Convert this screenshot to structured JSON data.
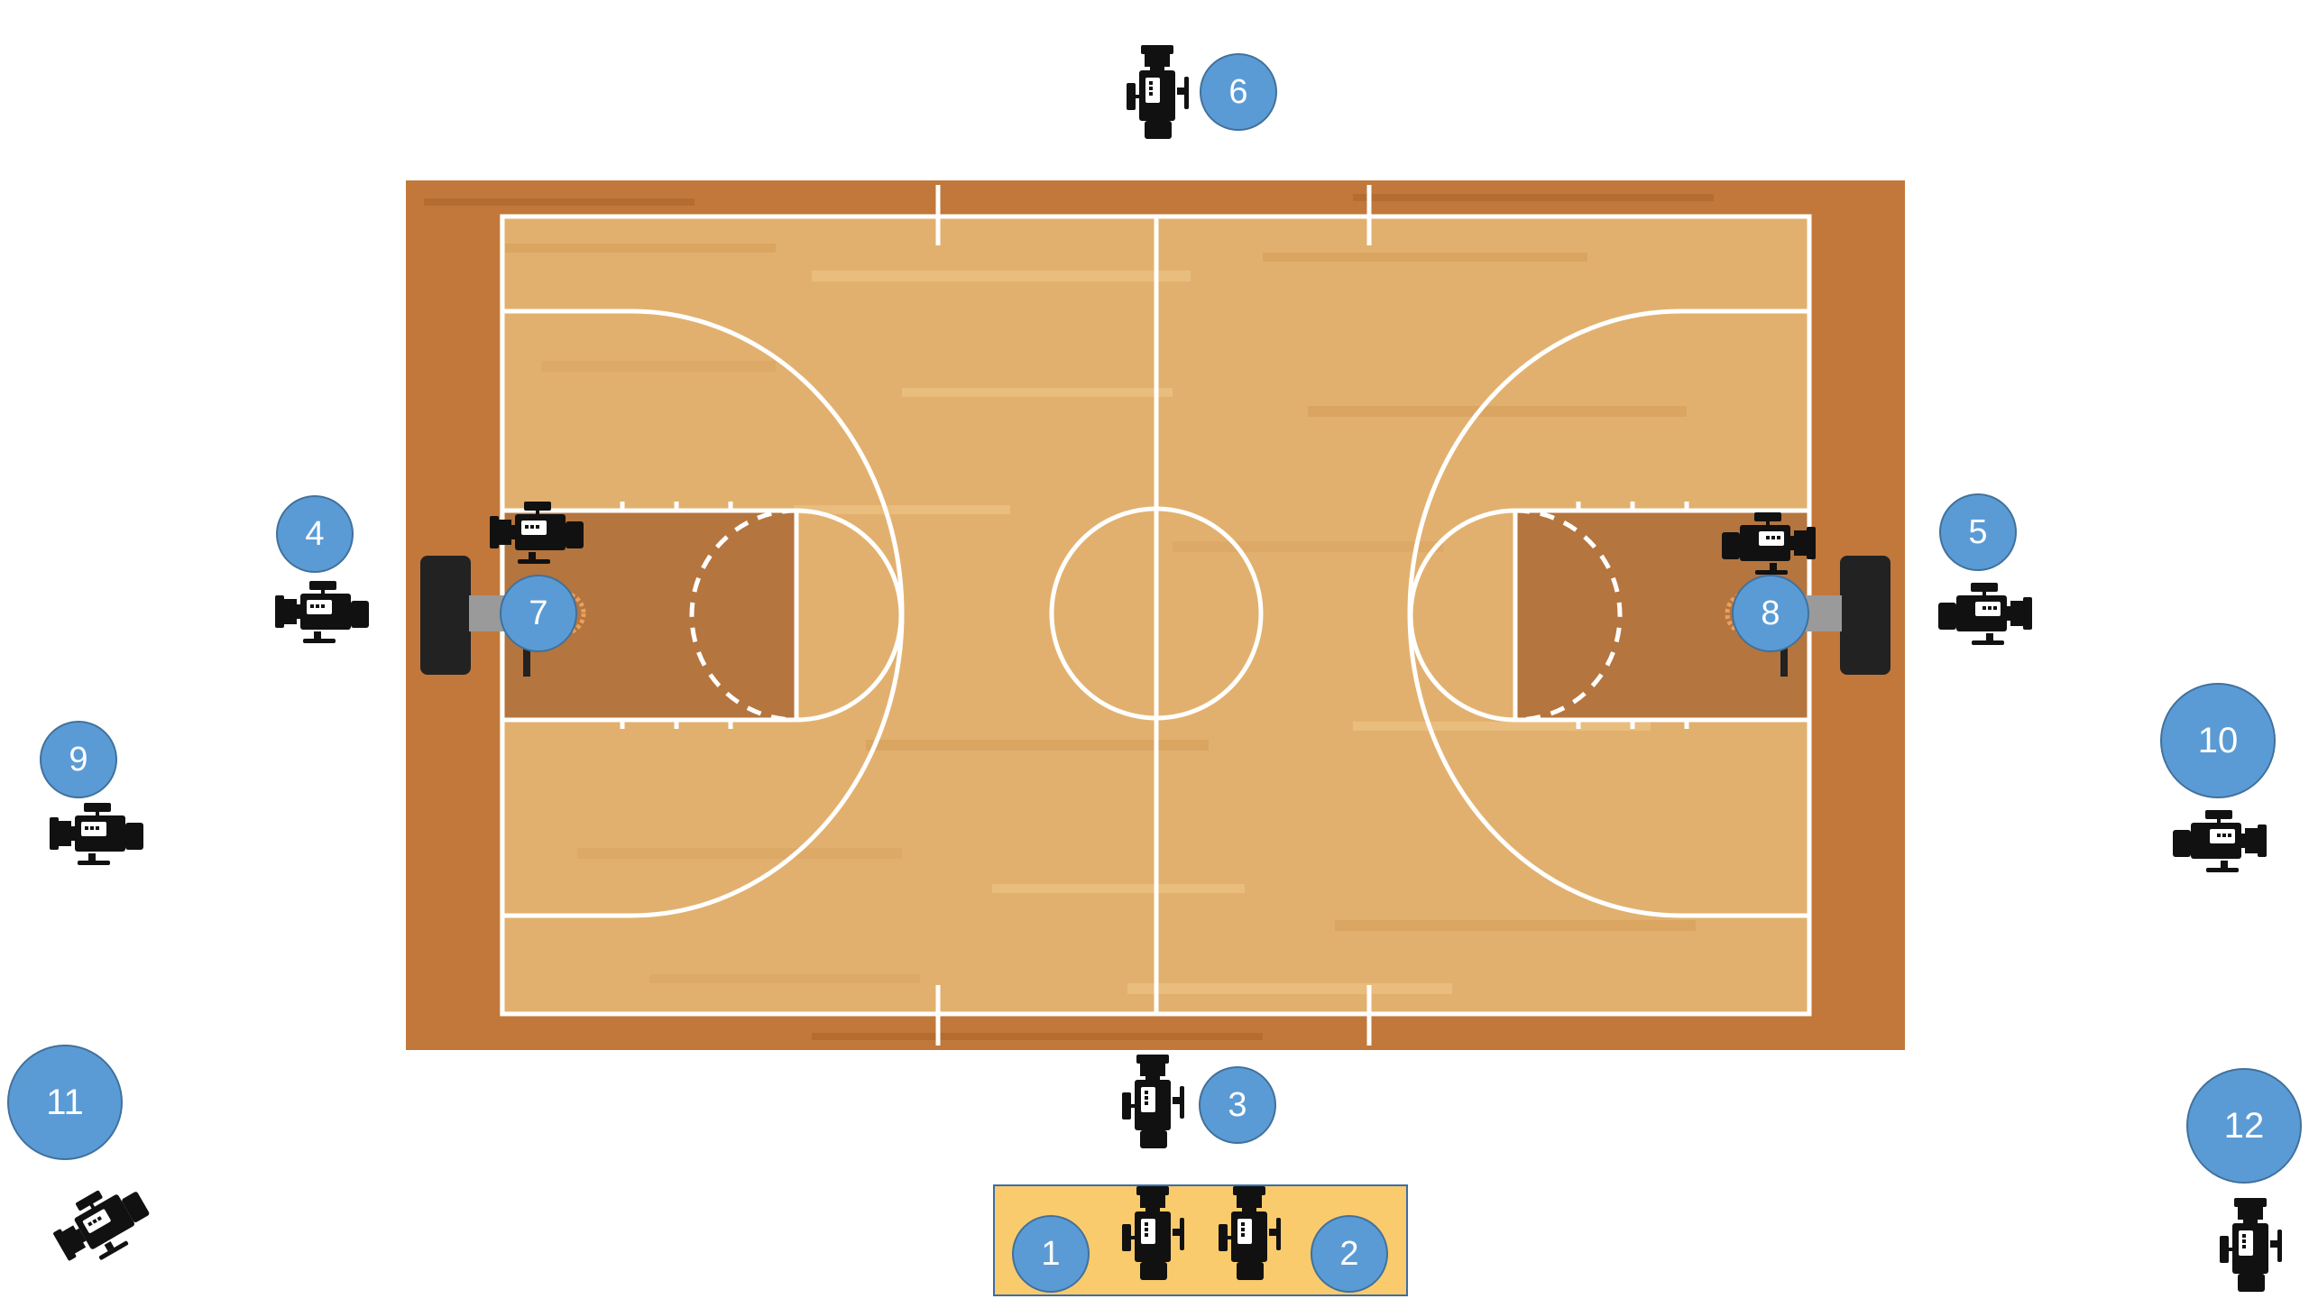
{
  "diagram": {
    "colors": {
      "badge_fill": "#5b9bd5",
      "badge_stroke": "#41719c",
      "badge_text": "#ffffff",
      "wood_outer": "#c2783a",
      "wood_inner": "#e2b06e",
      "paint": "#b5753e",
      "court_lines": "#ffffff",
      "camera": "#111111",
      "backboard": "#222222",
      "rim": "#e8a060",
      "position_box_fill": "#f9cb6c",
      "position_box_stroke": "#3a6ea5"
    },
    "cameras": [
      {
        "label": "1",
        "icon": "camera-icon"
      },
      {
        "label": "2",
        "icon": "camera-icon"
      },
      {
        "label": "3",
        "icon": "camera-icon"
      },
      {
        "label": "4",
        "icon": "camera-icon"
      },
      {
        "label": "5",
        "icon": "camera-icon"
      },
      {
        "label": "6",
        "icon": "camera-icon"
      },
      {
        "label": "7",
        "icon": "camera-icon"
      },
      {
        "label": "8",
        "icon": "camera-icon"
      },
      {
        "label": "9",
        "icon": "camera-icon"
      },
      {
        "label": "10",
        "icon": "camera-icon"
      },
      {
        "label": "11",
        "icon": "camera-icon"
      },
      {
        "label": "12",
        "icon": "camera-icon"
      }
    ]
  }
}
